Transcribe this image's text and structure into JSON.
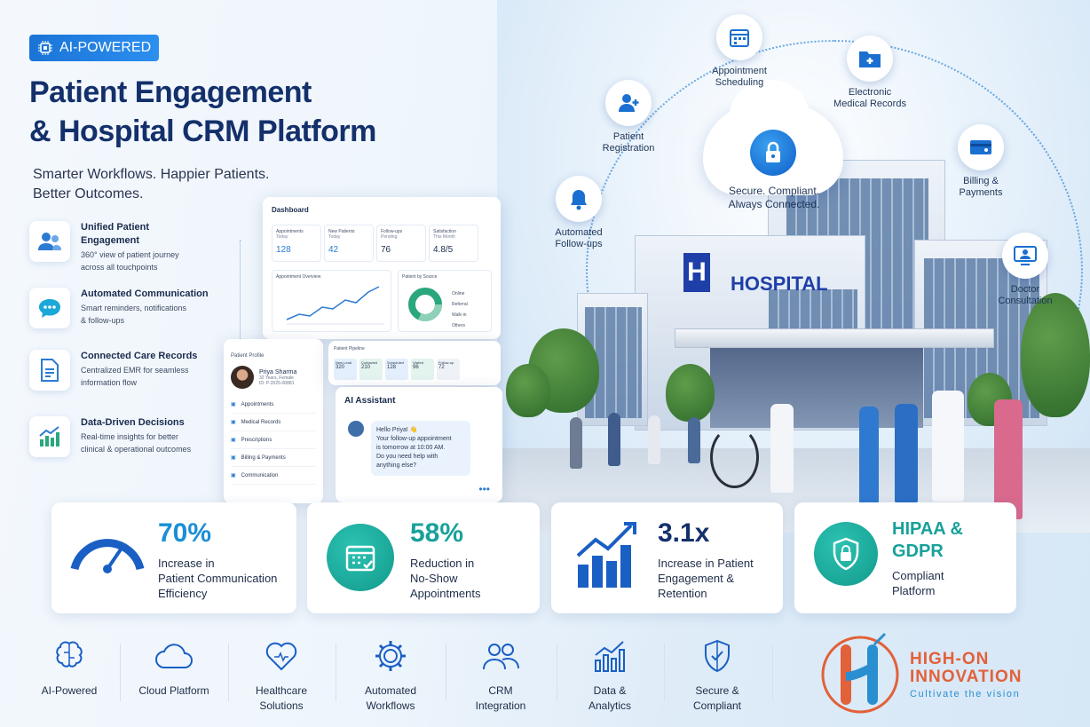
{
  "header": {
    "badge": "AI-POWERED",
    "title_line1": "Patient Engagement",
    "title_line2": "& Hospital CRM Platform",
    "subtitle_line1": "Smarter Workflows. Happier Patients.",
    "subtitle_line2": "Better Outcomes."
  },
  "features": [
    {
      "title_line1": "Unified Patient",
      "title_line2": "Engagement",
      "desc_line1": "360° view of patient journey",
      "desc_line2": "across all touchpoints",
      "icon": "users-icon"
    },
    {
      "title_line1": "Automated Communication",
      "title_line2": "",
      "desc_line1": "Smart reminders, notifications",
      "desc_line2": "& follow-ups",
      "icon": "chat-icon"
    },
    {
      "title_line1": "Connected Care Records",
      "title_line2": "",
      "desc_line1": "Centralized EMR for seamless",
      "desc_line2": "information flow",
      "icon": "document-icon"
    },
    {
      "title_line1": "Data-Driven Decisions",
      "title_line2": "",
      "desc_line1": "Real-time insights for better",
      "desc_line2": "clinical & operational outcomes",
      "icon": "bar-chart-icon"
    }
  ],
  "dashboard": {
    "title": "Dashboard",
    "kpis": [
      {
        "label": "Appointments",
        "period": "Today",
        "value": "128"
      },
      {
        "label": "New Patients",
        "period": "Today",
        "value": "42"
      },
      {
        "label": "Follow-ups",
        "period": "Pending",
        "value": "76"
      },
      {
        "label": "Satisfaction",
        "period": "This Month",
        "value": "4.8/5"
      }
    ],
    "overview_title": "Appointment Overview",
    "source_title": "Patient by Source",
    "sources": [
      "Online",
      "Referral",
      "Walk-in",
      "Others"
    ]
  },
  "profile": {
    "title": "Patient Profile",
    "name": "Priya Sharma",
    "meta": "32 Years, Female",
    "id": "ID: P-2025-00881",
    "menu": [
      "Appointments",
      "Medical Records",
      "Prescriptions",
      "Billing & Payments",
      "Communication"
    ]
  },
  "pipeline": {
    "title": "Patient Pipeline",
    "stages": [
      {
        "label": "New Lead",
        "value": "320"
      },
      {
        "label": "Contacted",
        "value": "210"
      },
      {
        "label": "Scheduled",
        "value": "128"
      },
      {
        "label": "Visited",
        "value": "96"
      },
      {
        "label": "Follow-up",
        "value": "72"
      }
    ]
  },
  "assistant": {
    "title": "AI Assistant",
    "msg_line1": "Hello Priya! 👋",
    "msg_line2": "Your follow-up appointment",
    "msg_line3": "is tomorrow at 10:00 AM.",
    "msg_line4": "Do you need help with",
    "msg_line5": "anything else?"
  },
  "hero": {
    "hospital_sign": "HOSPITAL",
    "cloud_line1": "Secure. Compliant.",
    "cloud_line2": "Always Connected.",
    "nodes": {
      "appointment": [
        "Appointment",
        "Scheduling"
      ],
      "emr": [
        "Electronic",
        "Medical Records"
      ],
      "registration": [
        "Patient",
        "Registration"
      ],
      "billing": [
        "Billing &",
        "Payments"
      ],
      "followups": [
        "Automated",
        "Follow-ups"
      ],
      "consult": [
        "Doctor",
        "Consultation"
      ]
    }
  },
  "stats": [
    {
      "value": "70%",
      "line1": "Increase in",
      "line2": "Patient Communication",
      "line3": "Efficiency"
    },
    {
      "value": "58%",
      "line1": "Reduction in",
      "line2": "No-Show",
      "line3": "Appointments"
    },
    {
      "value": "3.1x",
      "line1": "Increase in Patient",
      "line2": "Engagement &",
      "line3": "Retention"
    },
    {
      "value_line1": "HIPAA &",
      "value_line2": "GDPR",
      "line1": "Compliant",
      "line2": "Platform"
    }
  ],
  "bottom": [
    {
      "line1": "AI-Powered",
      "line2": ""
    },
    {
      "line1": "Cloud Platform",
      "line2": ""
    },
    {
      "line1": "Healthcare",
      "line2": "Solutions"
    },
    {
      "line1": "Automated",
      "line2": "Workflows"
    },
    {
      "line1": "CRM",
      "line2": "Integration"
    },
    {
      "line1": "Data &",
      "line2": "Analytics"
    },
    {
      "line1": "Secure &",
      "line2": "Compliant"
    }
  ],
  "brand": {
    "line1": "HIGH-ON",
    "line2": "INNOVATION",
    "tagline": "Cultivate the vision"
  },
  "colors": {
    "primary": "#14306b",
    "accent": "#1a8fd6",
    "brand_orange": "#e2613a"
  }
}
